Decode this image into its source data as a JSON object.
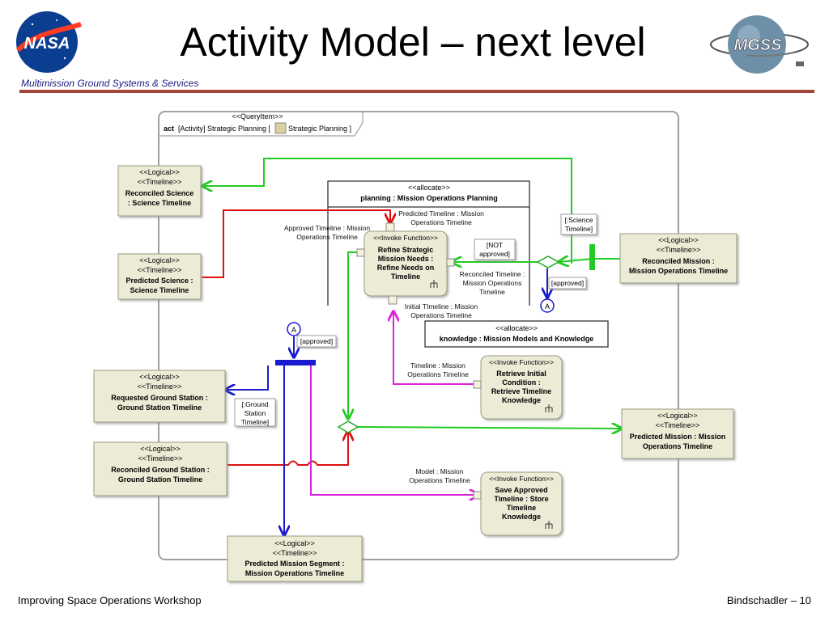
{
  "slide": {
    "title": "Activity Model – next level",
    "subtitle": "Multimission Ground Systems & Services",
    "footer_left": "Improving Space Operations Workshop",
    "footer_right": "Bindschadler – 10",
    "logo_left": "NASA",
    "logo_right": "MGSS"
  },
  "colors": {
    "rule": "#a3473c",
    "green": "#22cc22",
    "red": "#dd1111",
    "blue": "#1a1ad0",
    "magenta": "#dd22dd",
    "box_fill": "#ecebd6",
    "box_stroke": "#9a9a80"
  },
  "diagram": {
    "frame_stereotype": "<<QueryItem>>",
    "frame_kind": "act",
    "frame_title": "[Activity] Strategic Planning [",
    "frame_title_2": "Strategic Planning ]",
    "allocate1_stereotype": "<<allocate>>",
    "allocate1_name": "planning : Mission Operations Planning",
    "allocate2_stereotype": "<<allocate>>",
    "allocate2_name": "knowledge : Mission Models and Knowledge",
    "logical_boxes": [
      {
        "line1": "<<Logical>>",
        "line2": "<<Timeline>>",
        "name1": "Reconciled Science",
        "name2": ": Science Timeline"
      },
      {
        "line1": "<<Logical>>",
        "line2": "<<Timeline>>",
        "name1": "Predicted Science :",
        "name2": "Science Timeline"
      },
      {
        "line1": "<<Logical>>",
        "line2": "<<Timeline>>",
        "name1": "Reconciled Mission :",
        "name2": "Mission Operations Timeline"
      },
      {
        "line1": "<<Logical>>",
        "line2": "<<Timeline>>",
        "name1": "Requested Ground Station :",
        "name2": "Ground Station Timeline"
      },
      {
        "line1": "<<Logical>>",
        "line2": "<<Timeline>>",
        "name1": "Predicted Mission : Mission",
        "name2": "Operations Timeline"
      },
      {
        "line1": "<<Logical>>",
        "line2": "<<Timeline>>",
        "name1": "Reconciled Ground Station :",
        "name2": "Ground Station Timeline"
      },
      {
        "line1": "<<Logical>>",
        "line2": "<<Timeline>>",
        "name1": "Predicted Mission Segment :",
        "name2": "Mission Operations Timeline"
      }
    ],
    "functions": [
      {
        "stereotype": "<<Invoke Function>>",
        "lines": [
          "Refine Strategic",
          "Mission Needs :",
          "Refine Needs on",
          "Timeline"
        ]
      },
      {
        "stereotype": "<<Invoke Function>>",
        "lines": [
          "Retrieve Initial",
          "Condition :",
          "Retrieve Timeline",
          "Knowledge"
        ]
      },
      {
        "stereotype": "<<Invoke Function>>",
        "lines": [
          "Save Approved",
          "Timeline : Store",
          "Timeline",
          "Knowledge"
        ]
      }
    ],
    "pin_labels": {
      "approved_timeline": [
        "Approved Timeline : Mission",
        "Operations Timeline"
      ],
      "predicted_timeline": [
        "Predicted Timeline : Mission",
        "Operations Timeline"
      ],
      "reconciled_timeline": [
        "Reconciled Timeline :",
        "Mission Operations",
        "Timeline"
      ],
      "initial_timeline": [
        "Initial TImeline : Mission",
        "Operations Timeline"
      ],
      "timeline": [
        "Timeline : Mission",
        "Operations Timeline"
      ],
      "model": [
        "Model : Mission",
        "Operations Timeline"
      ]
    },
    "guards": {
      "science_timeline": [
        "[:Science",
        "Timeline]"
      ],
      "not_approved": [
        "[NOT",
        "approved]"
      ],
      "approved_right": "[approved]",
      "approved_left": "[approved]",
      "ground_station": [
        "[:Ground",
        "Station",
        "Timeline]"
      ]
    },
    "connector_label": "A"
  }
}
